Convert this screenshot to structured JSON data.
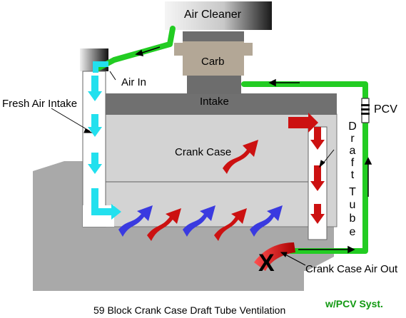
{
  "labels": {
    "air_cleaner": "Air Cleaner",
    "carb": "Carb",
    "intake": "Intake",
    "air_in": "Air In",
    "fresh_air_intake": "Fresh Air Intake",
    "crank_case": "Crank Case",
    "pcv": "PCV",
    "draft_tube_letters": [
      "D",
      "r",
      "a",
      "f",
      "t",
      "T",
      "u",
      "b",
      "e"
    ],
    "crank_case_air_out": "Crank Case Air Out",
    "blocked_mark": "X",
    "caption_main": "59 Block Crank Case  Draft Tube Ventilation",
    "caption_suffix": "w/PCV Syst."
  },
  "colors": {
    "green_line": "#22cc22",
    "fresh_air_arrow": "#22e0ee",
    "blue_arrow": "#3a3ae0",
    "red_arrow": "#cc1111",
    "block_gray": "#a9a9a9",
    "crank_gray": "#d3d3d3",
    "intake_gray": "#707070",
    "carb_tan": "#b3a796",
    "caption_green": "#119911"
  }
}
